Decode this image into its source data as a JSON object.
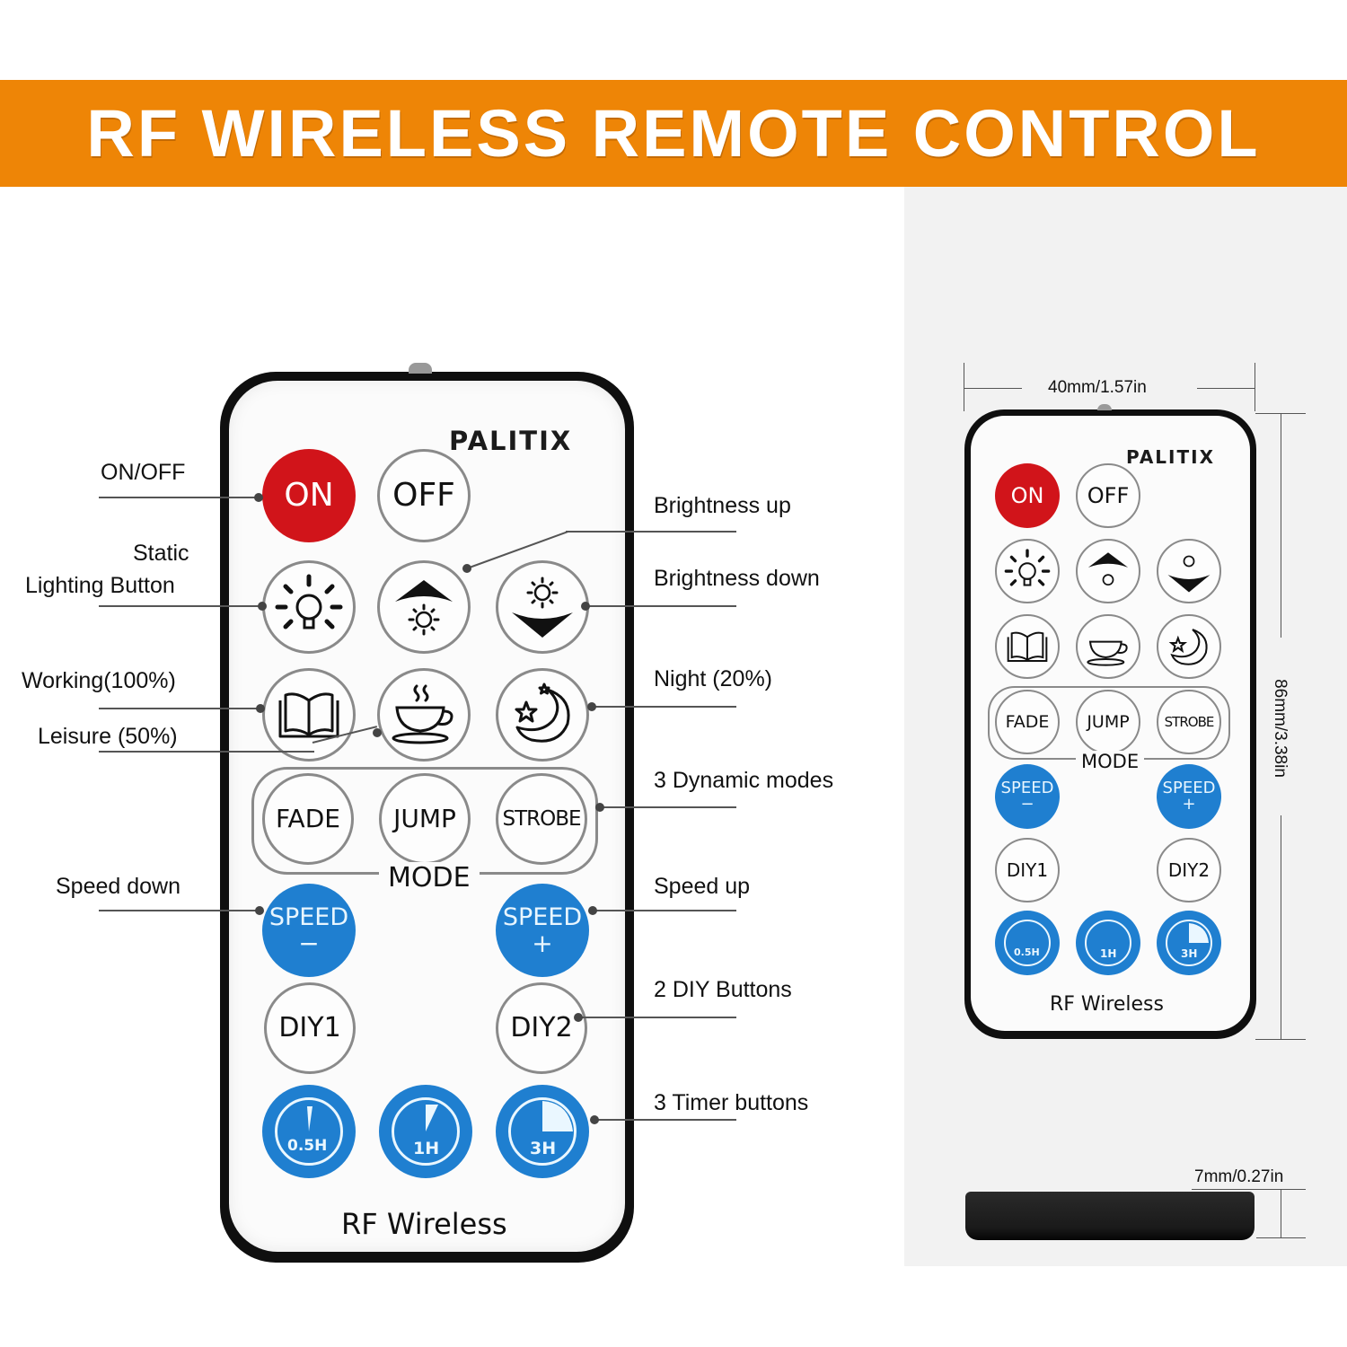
{
  "banner": {
    "title": "RF WIRELESS REMOTE CONTROL",
    "color": "#ee8506"
  },
  "remote": {
    "brand": "PALITIX",
    "buttons": {
      "on": "ON",
      "off": "OFF",
      "static_lighting_icon": "lightbulb-icon",
      "brightness_up_icon": "brightness-up-icon",
      "brightness_down_icon": "brightness-down-icon",
      "working_icon": "book-icon",
      "leisure_icon": "coffee-cup-icon",
      "night_icon": "moon-star-icon",
      "fade": "FADE",
      "jump": "JUMP",
      "strobe": "STROBE",
      "mode_label": "MODE",
      "speed_down": {
        "label": "SPEED",
        "sign": "−"
      },
      "speed_up": {
        "label": "SPEED",
        "sign": "+"
      },
      "diy1": "DIY1",
      "diy2": "DIY2",
      "timer_05": "0.5H",
      "timer_1": "1H",
      "timer_3": "3H"
    },
    "footer_label": "RF Wireless",
    "colors": {
      "on_red": "#d1141a",
      "speed_blue": "#1f7fd0"
    }
  },
  "callouts": {
    "left": [
      {
        "label": "ON/OFF"
      },
      {
        "label_line1": "Static",
        "label_line2": "Lighting Button"
      },
      {
        "label": "Working(100%)"
      },
      {
        "label": "Leisure (50%)"
      },
      {
        "label": "Speed down"
      }
    ],
    "right": [
      {
        "label": "Brightness up"
      },
      {
        "label": "Brightness down"
      },
      {
        "label": "Night (20%)"
      },
      {
        "label": "3 Dynamic modes"
      },
      {
        "label": "Speed up"
      },
      {
        "label": "2 DIY Buttons"
      },
      {
        "label": "3 Timer buttons"
      }
    ]
  },
  "dimensions": {
    "width": "40mm/1.57in",
    "height": "86mm/3.38in",
    "thickness": "7mm/0.27in"
  }
}
